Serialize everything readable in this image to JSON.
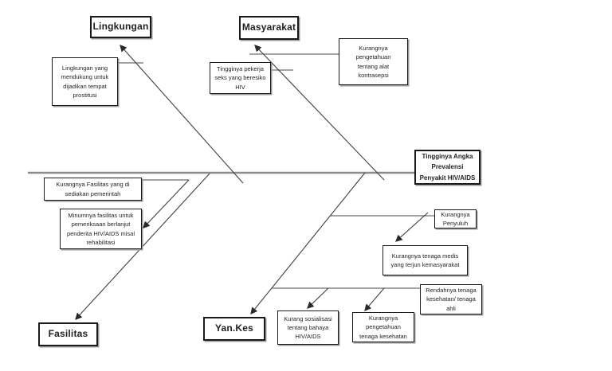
{
  "diagram_type": "fishbone-cause-effect",
  "effect": {
    "label": "Tingginya Angka\nPrevalensi\nPenyakit HIV/AIDS"
  },
  "categories": {
    "lingkungan": {
      "label": "Lingkungan"
    },
    "masyarakat": {
      "label": "Masyarakat"
    },
    "fasilitas": {
      "label": "Fasilitas"
    },
    "yankes": {
      "label": "Yan.Kes"
    }
  },
  "causes": {
    "prostitusi": {
      "label": "Lingkungan yang\nmendukung untuk\ndijadikan tempat\nprostitusi",
      "category": "Lingkungan"
    },
    "pekerja_seks": {
      "label": "Tingginya pekerja\nseks yang beresiko\nHIV",
      "category": "Masyarakat"
    },
    "kontrasepsi": {
      "label": "Kurangnya\npengetahuan\ntentang alat\nkontrasepsi",
      "category": "Masyarakat"
    },
    "fasilitas_pemerintah": {
      "label": "Kurangnya Fasilitas yang di\nsediakan pemerintah",
      "category": "Fasilitas"
    },
    "fasilitas_pemeriksaan": {
      "label": "Minumnya fasilitas untuk\npemeriksaan berlanjut\npenderita HIV/AIDS misal\nrehabilitasi",
      "category": "Fasilitas"
    },
    "penyuluh": {
      "label": "Kurangnya\nPenyuluh",
      "category": "Yan.Kes"
    },
    "tenaga_medis": {
      "label": "Kurangnya tenaga medis\nyang terjun kemasyarakat",
      "category": "Yan.Kes"
    },
    "tenaga_ahli": {
      "label": "Rendahnya tenaga\nkesehatan/ tenaga\nahli",
      "category": "Yan.Kes"
    },
    "sosialisasi": {
      "label": "Kurang sosialisasi\ntentang bahaya\nHIV/AIDS",
      "category": "Yan.Kes"
    },
    "pengetahuan_tenaga": {
      "label": "Kurangnya\npengetahuan\ntenaga kesehatan",
      "category": "Yan.Kes"
    }
  },
  "colors": {
    "background": "#ffffff",
    "box_border": "#1a1a1a",
    "bone_line": "#3f3f3f",
    "spine_line": "#8c8c8c",
    "text": "#1f1f1f"
  }
}
